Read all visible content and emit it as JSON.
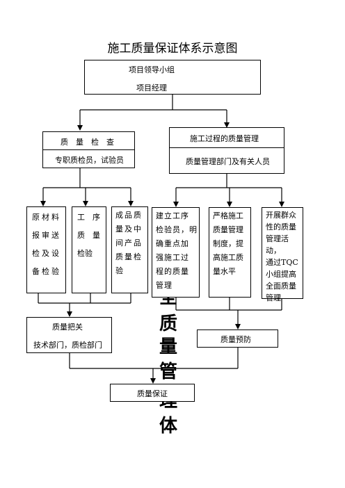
{
  "title": "施工质量保证体系示意图",
  "top_box": {
    "line1": "项目领导小组",
    "line2": "项目经理"
  },
  "inspection": {
    "line1": "质　量　检　查",
    "line2": "专职质检员，试验员"
  },
  "process_mgmt": {
    "line1": "施工过程的质量管理",
    "line2": "质量管理部门及有关人员"
  },
  "raw": {
    "text": "原材料\n报审送\n检及设\n备检验"
  },
  "procedure": {
    "text": "工　序\n质　量\n检验"
  },
  "finished": {
    "text": "成品质\n量及中\n间产品\n质量检\n验"
  },
  "points": {
    "text": "建立工序\n检验员，明\n确重点加\n强施工过\n程的质量\n管理"
  },
  "strict": {
    "text": "严格施工\n质量管理\n制度，提\n高施工质\n量水平"
  },
  "tqc": {
    "text": "开展群众\n性的质量\n管理活动，\n通过TQC\n小组提高\n全面质量\n管理"
  },
  "quality_gate": {
    "line1": "质量把关",
    "line2": "技术部门，质检部门"
  },
  "prevention": {
    "label": "质量预防"
  },
  "assurance": {
    "label": "质量保证"
  },
  "watermark": {
    "chars": [
      "全",
      "质",
      "量",
      "管",
      "理",
      "体"
    ]
  }
}
